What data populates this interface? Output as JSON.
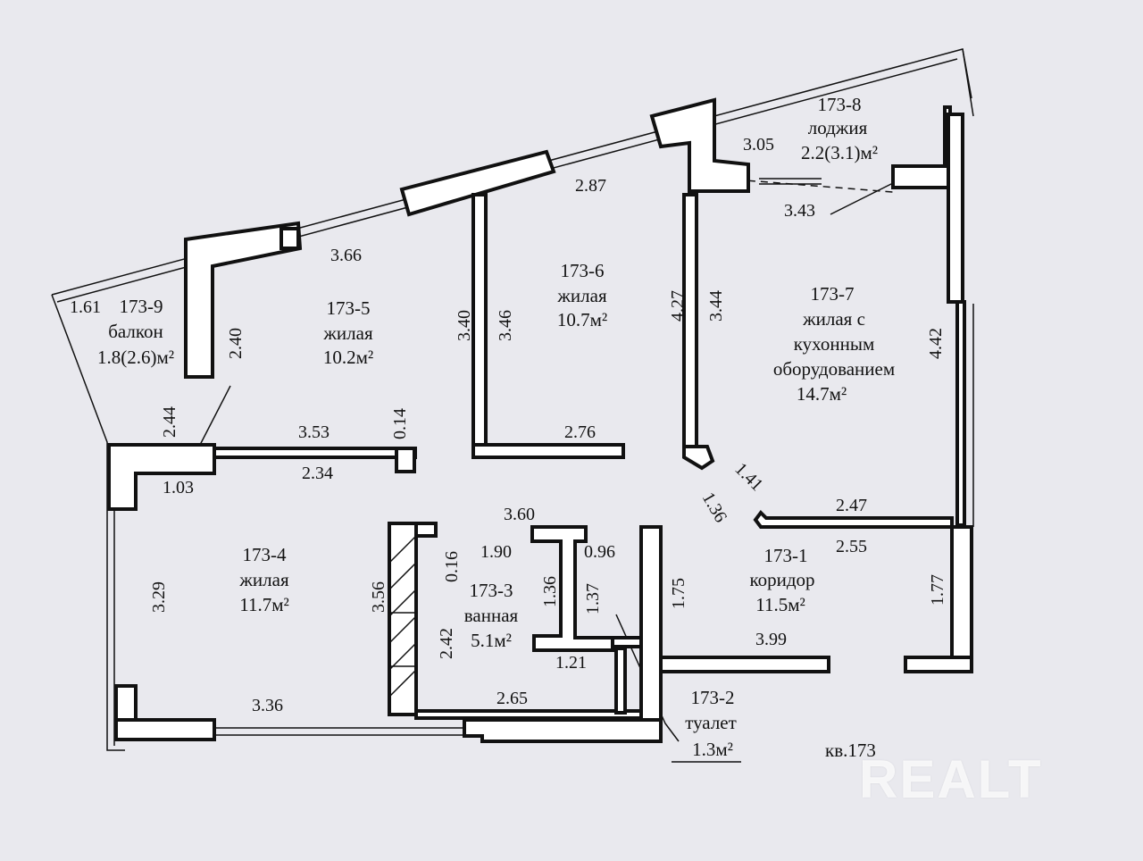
{
  "colors": {
    "paper": "#e9e9ee",
    "ink": "#111111",
    "wall_fill": "#ffffff"
  },
  "apartment_label": "кв.173",
  "watermark": "REALT",
  "rooms": [
    {
      "id": "173-1",
      "type": "коридор",
      "area": "11.5м²"
    },
    {
      "id": "173-2",
      "type": "туалет",
      "area": "1.3м²"
    },
    {
      "id": "173-3",
      "type": "ванная",
      "area": "5.1м²"
    },
    {
      "id": "173-4",
      "type": "жилая",
      "area": "11.7м²"
    },
    {
      "id": "173-5",
      "type": "жилая",
      "area": "10.2м²"
    },
    {
      "id": "173-6",
      "type": "жилая",
      "area": "10.7м²"
    },
    {
      "id": "173-7",
      "type_lines": [
        "жилая с",
        "кухонным",
        "оборудованием"
      ],
      "area": "14.7м²"
    },
    {
      "id": "173-8",
      "type": "лоджия",
      "area": "2.2(3.1)м²"
    },
    {
      "id": "173-9",
      "type": "балкон",
      "area": "1.8(2.6)м²"
    }
  ],
  "dimensions": [
    "3.05",
    "3.43",
    "2.87",
    "3.66",
    "3.40",
    "3.46",
    "4.27",
    "3.44",
    "4.42",
    "1.61",
    "2.40",
    "2.44",
    "3.53",
    "0.14",
    "2.76",
    "1.41",
    "2.34",
    "1.03",
    "1.36",
    "2.47",
    "2.55",
    "3.60",
    "0.16",
    "1.90",
    "1.36",
    "0.96",
    "1.75",
    "1.37",
    "3.56",
    "3.29",
    "2.42",
    "1.77",
    "3.99",
    "1.21",
    "3.36",
    "2.65"
  ]
}
